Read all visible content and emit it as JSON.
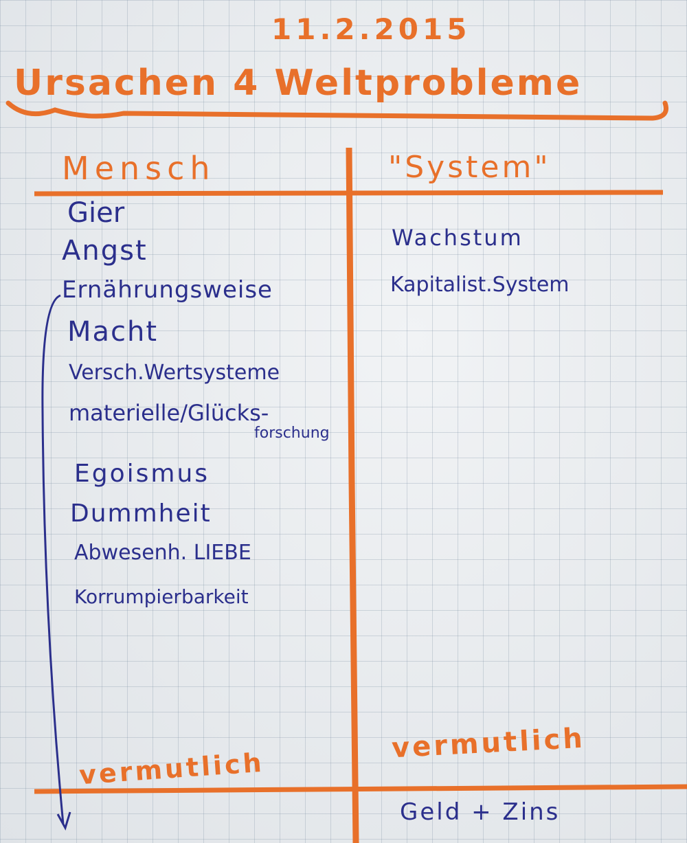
{
  "date": "11.2.2015",
  "title": "Ursachen 4 Weltprobleme",
  "colors": {
    "orange": "#e8702a",
    "blue": "#2b2f8c",
    "paper": "#e6eaee"
  },
  "columns": {
    "left": {
      "header": "Mensch",
      "items": [
        "Gier",
        "Angst",
        "Ernährungsweise",
        "Macht",
        "Versch.Wertsysteme",
        "materielle/Glücks-",
        "forschung",
        "Egoismus",
        "Dummheit",
        "Abwesenh. LIEBE",
        "Korrumpierbarkeit"
      ],
      "footer_label": "vermutlich"
    },
    "right": {
      "header": "\"System\"",
      "items": [
        "Wachstum",
        "Kapitalist.System"
      ],
      "footer_label": "vermutlich",
      "conclusion": "Geld + Zins"
    }
  }
}
